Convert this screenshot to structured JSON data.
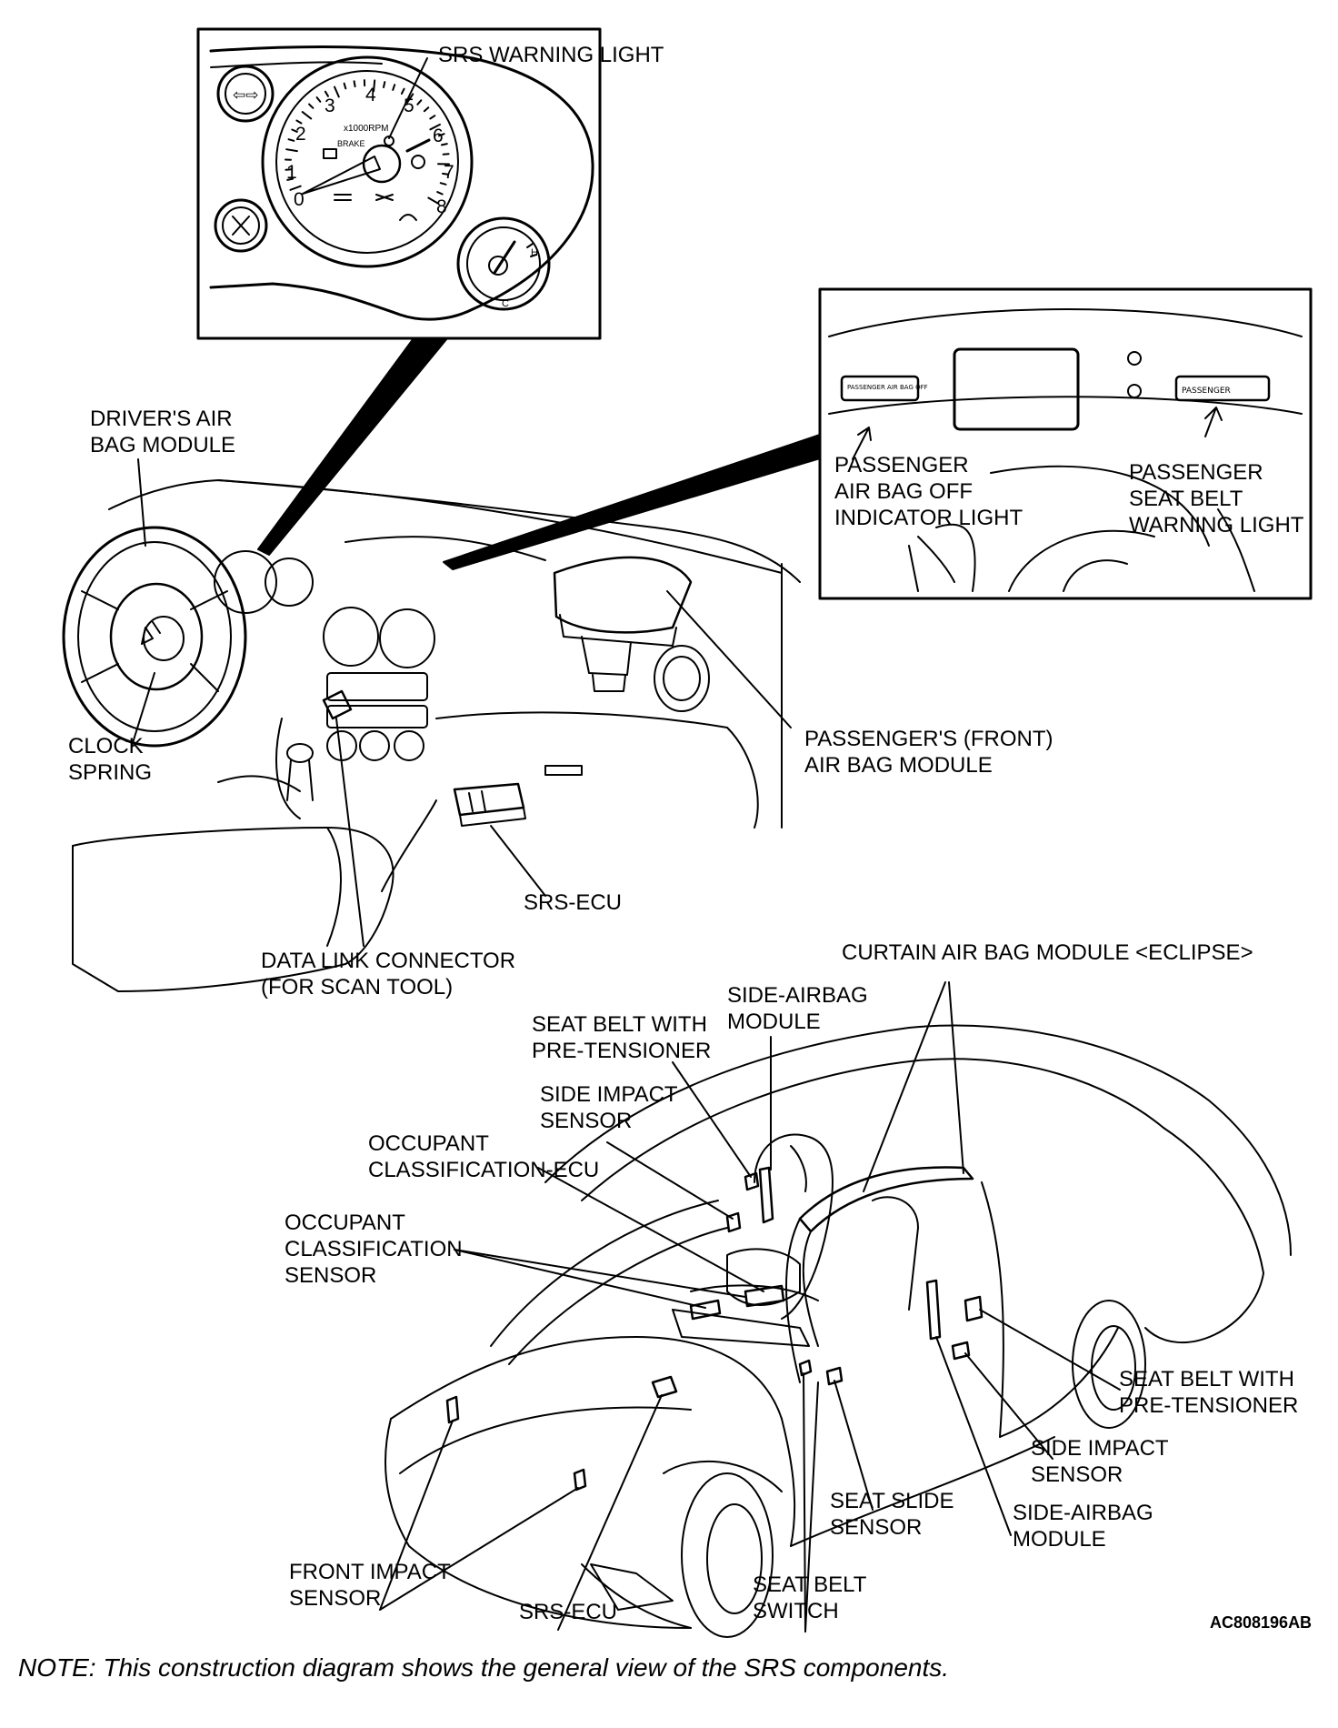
{
  "labels": {
    "srs_warning_light": "SRS WARNING LIGHT",
    "drivers_air_bag_module": [
      "DRIVER'S AIR",
      "BAG MODULE"
    ],
    "clock_spring": [
      "CLOCK",
      "SPRING"
    ],
    "passenger_air_bag_off_indicator": [
      "PASSENGER",
      "AIR BAG OFF",
      "INDICATOR LIGHT"
    ],
    "passenger_seat_belt_warning": [
      "PASSENGER",
      "SEAT BELT",
      "WARNING LIGHT"
    ],
    "passengers_front_air_bag_module": [
      "PASSENGER'S (FRONT)",
      "AIR BAG MODULE"
    ],
    "srs_ecu_top": "SRS-ECU",
    "data_link_connector": [
      "DATA LINK CONNECTOR",
      "(FOR SCAN TOOL)"
    ],
    "curtain_air_bag_module": "CURTAIN AIR BAG MODULE <ECLIPSE>",
    "side_airbag_module_top": [
      "SIDE-AIRBAG",
      "MODULE"
    ],
    "seat_belt_pretensioner_top": [
      "SEAT BELT WITH",
      "PRE-TENSIONER"
    ],
    "side_impact_sensor_top": [
      "SIDE IMPACT",
      "SENSOR"
    ],
    "occupant_classification_ecu": [
      "OCCUPANT",
      "CLASSIFICATION-ECU"
    ],
    "occupant_classification_sensor": [
      "OCCUPANT",
      "CLASSIFICATION",
      "SENSOR"
    ],
    "seat_belt_pretensioner_right": [
      "SEAT BELT WITH",
      "PRE-TENSIONER"
    ],
    "side_impact_sensor_right": [
      "SIDE IMPACT",
      "SENSOR"
    ],
    "seat_slide_sensor": [
      "SEAT SLIDE",
      "SENSOR"
    ],
    "side_airbag_module_bottom": [
      "SIDE-AIRBAG",
      "MODULE"
    ],
    "front_impact_sensor": [
      "FRONT IMPACT",
      "SENSOR"
    ],
    "srs_ecu_bottom": "SRS-ECU",
    "seat_belt_switch": [
      "SEAT BELT",
      "SWITCH"
    ]
  },
  "gauge_numbers": [
    "0",
    "1",
    "2",
    "3",
    "4",
    "5",
    "6",
    "7",
    "8"
  ],
  "gauge_unit": "x1000RPM",
  "gauge_brake": "BRAKE",
  "temp_gauge": [
    "H",
    "C"
  ],
  "panel_button_left": "PASSENGER AIR BAG OFF",
  "panel_button_right": "PASSENGER",
  "figure_code": "AC808196AB",
  "note": "NOTE: This construction diagram shows the general view of the SRS components."
}
